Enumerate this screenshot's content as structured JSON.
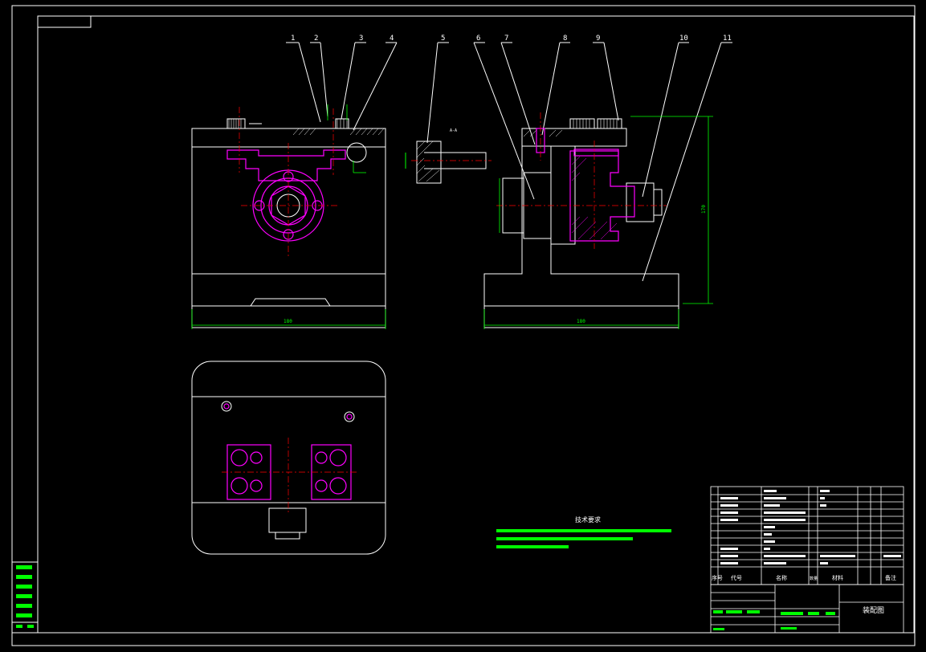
{
  "drawing": {
    "colors": {
      "outline": "#ffffff",
      "part": "#ff00ff",
      "center": "#ff0000",
      "dimension": "#00ff00",
      "background": "#000000"
    },
    "balloons": [
      "1",
      "2",
      "3",
      "4",
      "5",
      "6",
      "7",
      "8",
      "9",
      "10",
      "11"
    ],
    "dimensions": {
      "front_width": "180",
      "side_width": "180",
      "side_height": "170"
    },
    "section_label": "A-A"
  },
  "tech_notes": {
    "title": "技术要求"
  },
  "bom": {
    "header": {
      "index": "序号",
      "code": "代号",
      "name": "名称",
      "qty": "数量",
      "material": "材料",
      "remark": "备注"
    }
  },
  "title_block": {
    "drawing_name": "装配图"
  }
}
